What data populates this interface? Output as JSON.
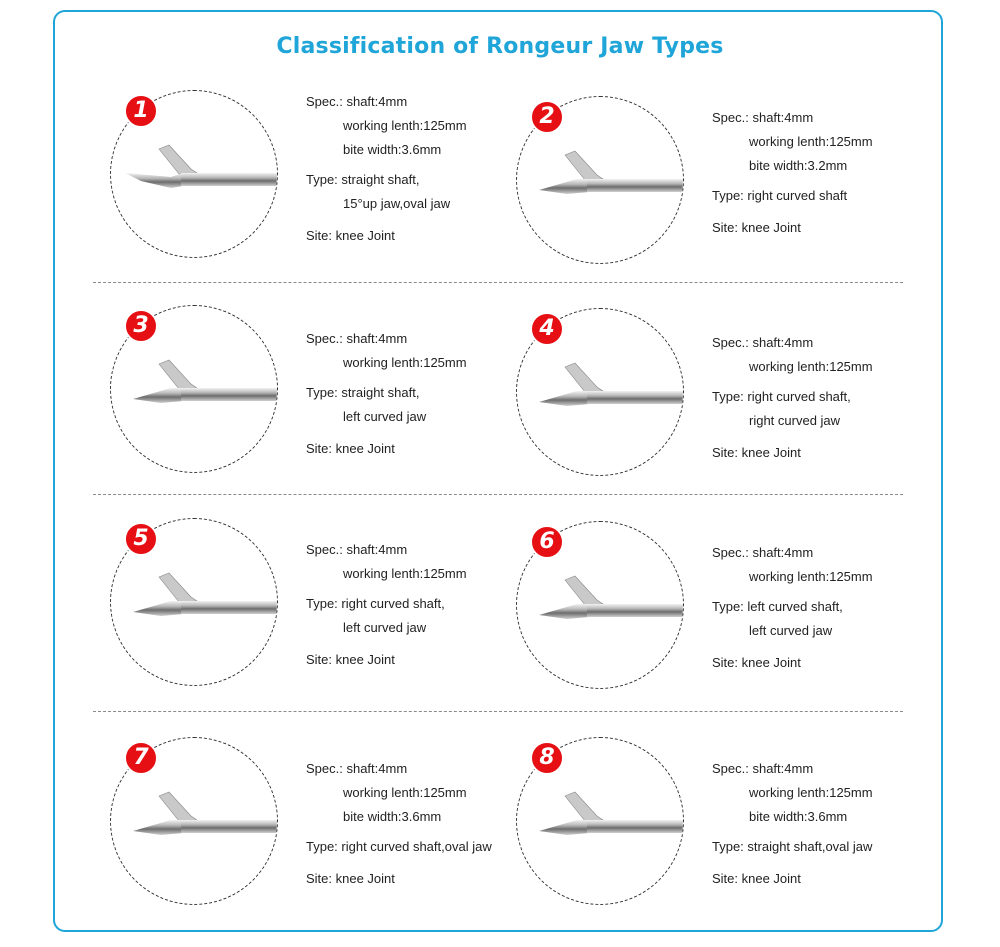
{
  "title": "Classification of Rongeur Jaw Types",
  "colors": {
    "accent": "#1fa5d8",
    "badge": "#e60f13"
  },
  "items": [
    {
      "number": "1",
      "spec_label": "Spec.: shaft:4mm",
      "spec_lines": [
        "working lenth:125mm",
        "bite width:3.6mm"
      ],
      "type_label": "Type: straight shaft,",
      "type_lines": [
        "15°up jaw,oval jaw"
      ],
      "site": "Site: knee Joint"
    },
    {
      "number": "2",
      "spec_label": "Spec.: shaft:4mm",
      "spec_lines": [
        "working lenth:125mm",
        "bite width:3.2mm"
      ],
      "type_label": "Type: right curved shaft",
      "type_lines": [],
      "site": "Site: knee Joint"
    },
    {
      "number": "3",
      "spec_label": "Spec.: shaft:4mm",
      "spec_lines": [
        "working lenth:125mm"
      ],
      "type_label": "Type: straight shaft,",
      "type_lines": [
        "left curved jaw"
      ],
      "site": "Site: knee Joint"
    },
    {
      "number": "4",
      "spec_label": "Spec.: shaft:4mm",
      "spec_lines": [
        "working lenth:125mm"
      ],
      "type_label": "Type: right curved shaft,",
      "type_lines": [
        "right curved jaw"
      ],
      "site": "Site: knee Joint"
    },
    {
      "number": "5",
      "spec_label": "Spec.: shaft:4mm",
      "spec_lines": [
        "working lenth:125mm"
      ],
      "type_label": "Type: right curved shaft,",
      "type_lines": [
        "left curved jaw"
      ],
      "site": "Site: knee Joint"
    },
    {
      "number": "6",
      "spec_label": "Spec.: shaft:4mm",
      "spec_lines": [
        "working lenth:125mm"
      ],
      "type_label": "Type: left curved shaft,",
      "type_lines": [
        "left curved jaw"
      ],
      "site": "Site: knee Joint"
    },
    {
      "number": "7",
      "spec_label": "Spec.: shaft:4mm",
      "spec_lines": [
        "working lenth:125mm",
        "bite width:3.6mm"
      ],
      "type_label": "Type: right curved shaft,oval jaw",
      "type_lines": [],
      "site": "Site: knee Joint"
    },
    {
      "number": "8",
      "spec_label": "Spec.: shaft:4mm",
      "spec_lines": [
        "working lenth:125mm",
        "bite width:3.6mm"
      ],
      "type_label": "Type: straight shaft,oval jaw",
      "type_lines": [],
      "site": "Site: knee Joint"
    }
  ]
}
